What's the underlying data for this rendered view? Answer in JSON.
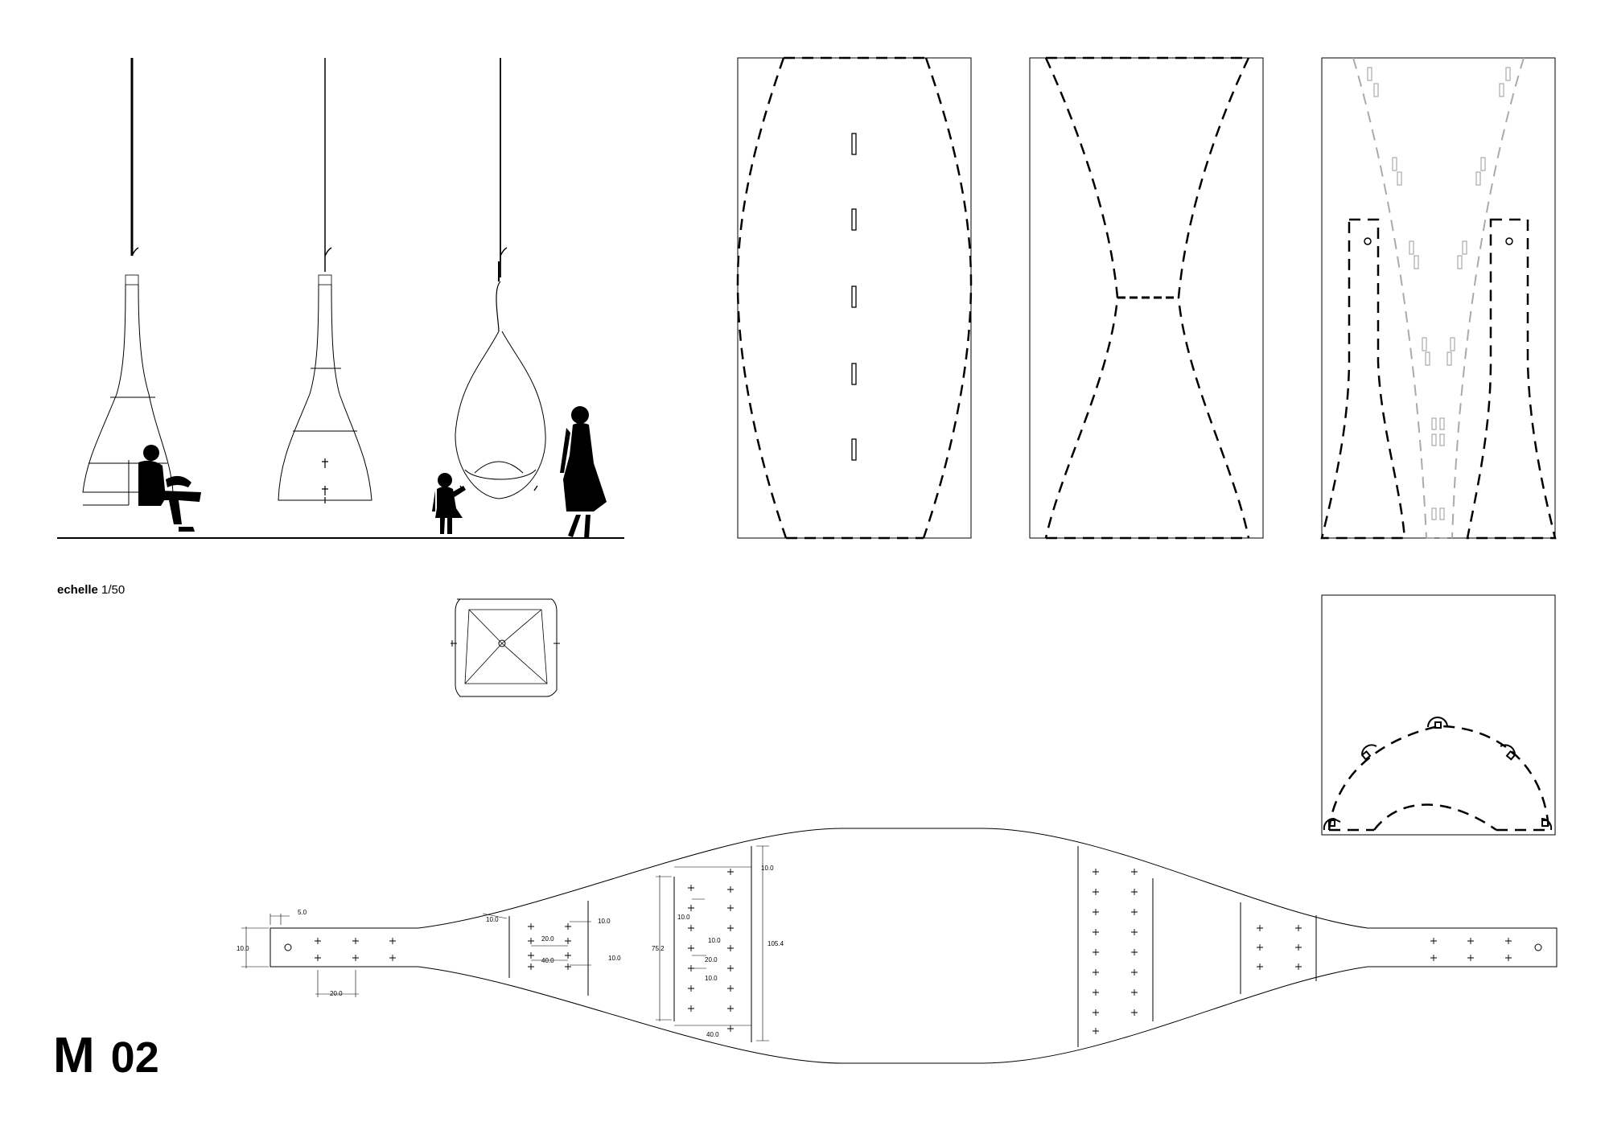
{
  "scale": {
    "word": "echelle",
    "value": "1/50"
  },
  "sheet": {
    "letter": "M",
    "number": "02"
  },
  "dimensions": [
    "5.0",
    "10.0",
    "20.0",
    "10.0",
    "20.0",
    "40.0",
    "10.0",
    "10.0",
    "10.0",
    "75.2",
    "10.0",
    "20.0",
    "10.0",
    "40.0",
    "10.0",
    "105.4"
  ]
}
